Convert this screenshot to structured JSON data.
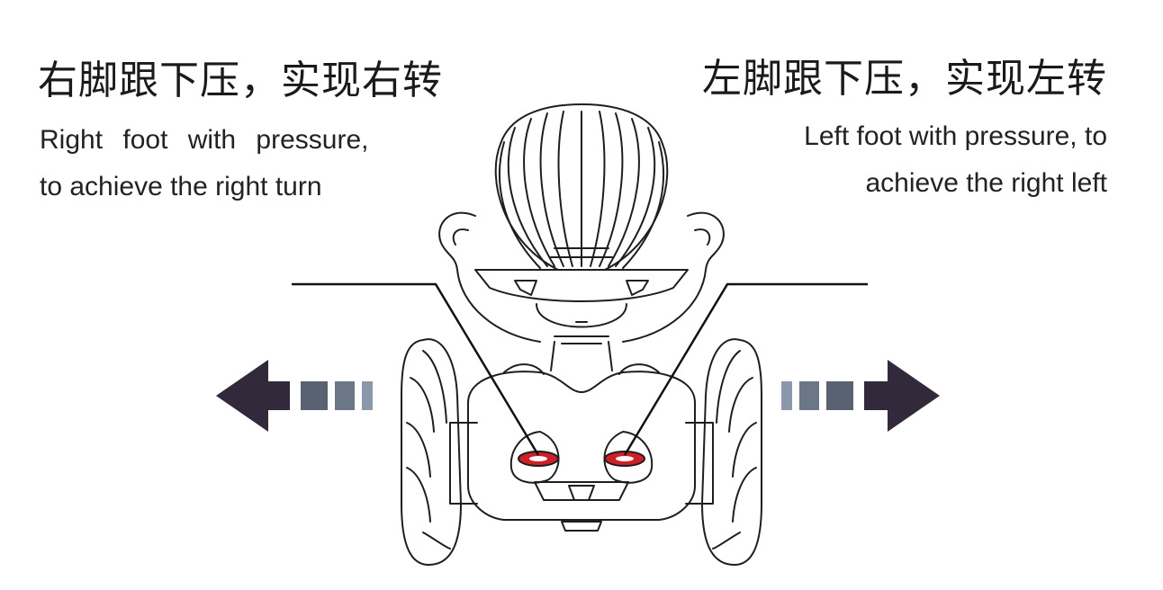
{
  "left_panel": {
    "heading": "右脚跟下压，实现右转",
    "description_line1": "Right foot with pressure,",
    "description_line2": "to achieve the right turn"
  },
  "right_panel": {
    "heading": "左脚跟下压，实现左转",
    "description_line1": "Left foot with pressure, to",
    "description_line2": "achieve the right left"
  },
  "colors": {
    "arrow_dark": "#322a3a",
    "arrow_mid": "#596270",
    "arrow_light": "#8b98ab",
    "pedal_highlight": "#d21e26",
    "line_art": "#1e1e1e"
  },
  "icons": {
    "left_arrow": "arrow-left-icon",
    "right_arrow": "arrow-right-icon",
    "vehicle": "balance-vehicle-illustration"
  }
}
